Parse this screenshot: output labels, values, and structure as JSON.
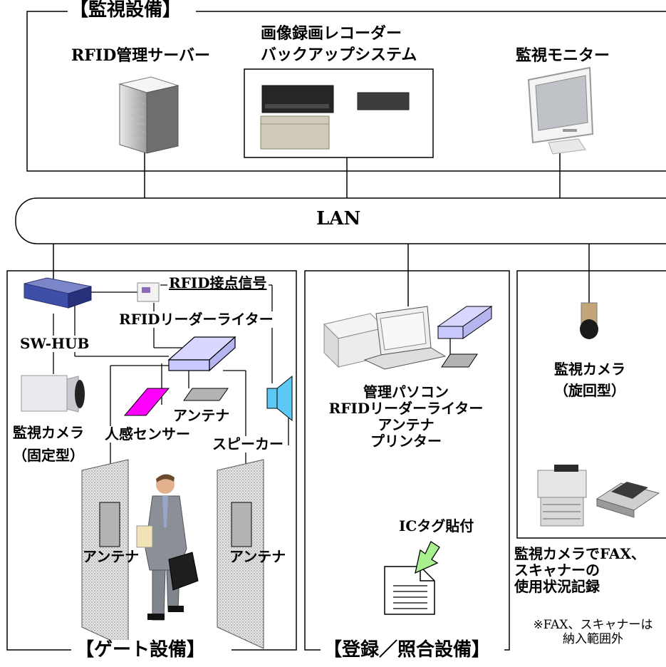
{
  "title_monitor": "【監視設備】",
  "rfid_server": "RFID管理サーバー",
  "recorder_line1": "画像録画レコーダー",
  "recorder_line2": "バックアップシステム",
  "monitor": "監視モニター",
  "lan": "LAN",
  "rfid_contact": "RFID接点信号",
  "rfid_rw_gate": "RFIDリーダーライター",
  "sw_hub": "SW-HUB",
  "antenna_top": "アンテナ",
  "sensor": "人感センサー",
  "speaker": "スピーカー",
  "fixed_camera_line1": "監視カメラ",
  "fixed_camera_line2": "（固定型）",
  "antenna_left_panel": "アンテナ",
  "antenna_right_panel": "アンテナ",
  "gate_title": "【ゲート設備】",
  "reg_lines": [
    "管理パソコン",
    "RFIDリーダーライター",
    "アンテナ",
    "プリンター"
  ],
  "ic_tag": "ICタグ貼付",
  "reg_title": "【登録／照合設備】",
  "rot_camera_line1": "監視カメラ",
  "rot_camera_line2": "（旋回型）",
  "fax_lines": [
    "監視カメラでFAX、",
    "スキャナーの",
    "使用状況記録"
  ],
  "note_lines": [
    "※FAX、スキャナーは",
    "納入範囲外"
  ],
  "colors": {
    "sensor": "#ff00ff",
    "speaker": "#5bc8f5",
    "rw_device": "#c9c9ff",
    "antenna": "#b3b3b3",
    "tag_arrow": "#a9ef8e"
  }
}
